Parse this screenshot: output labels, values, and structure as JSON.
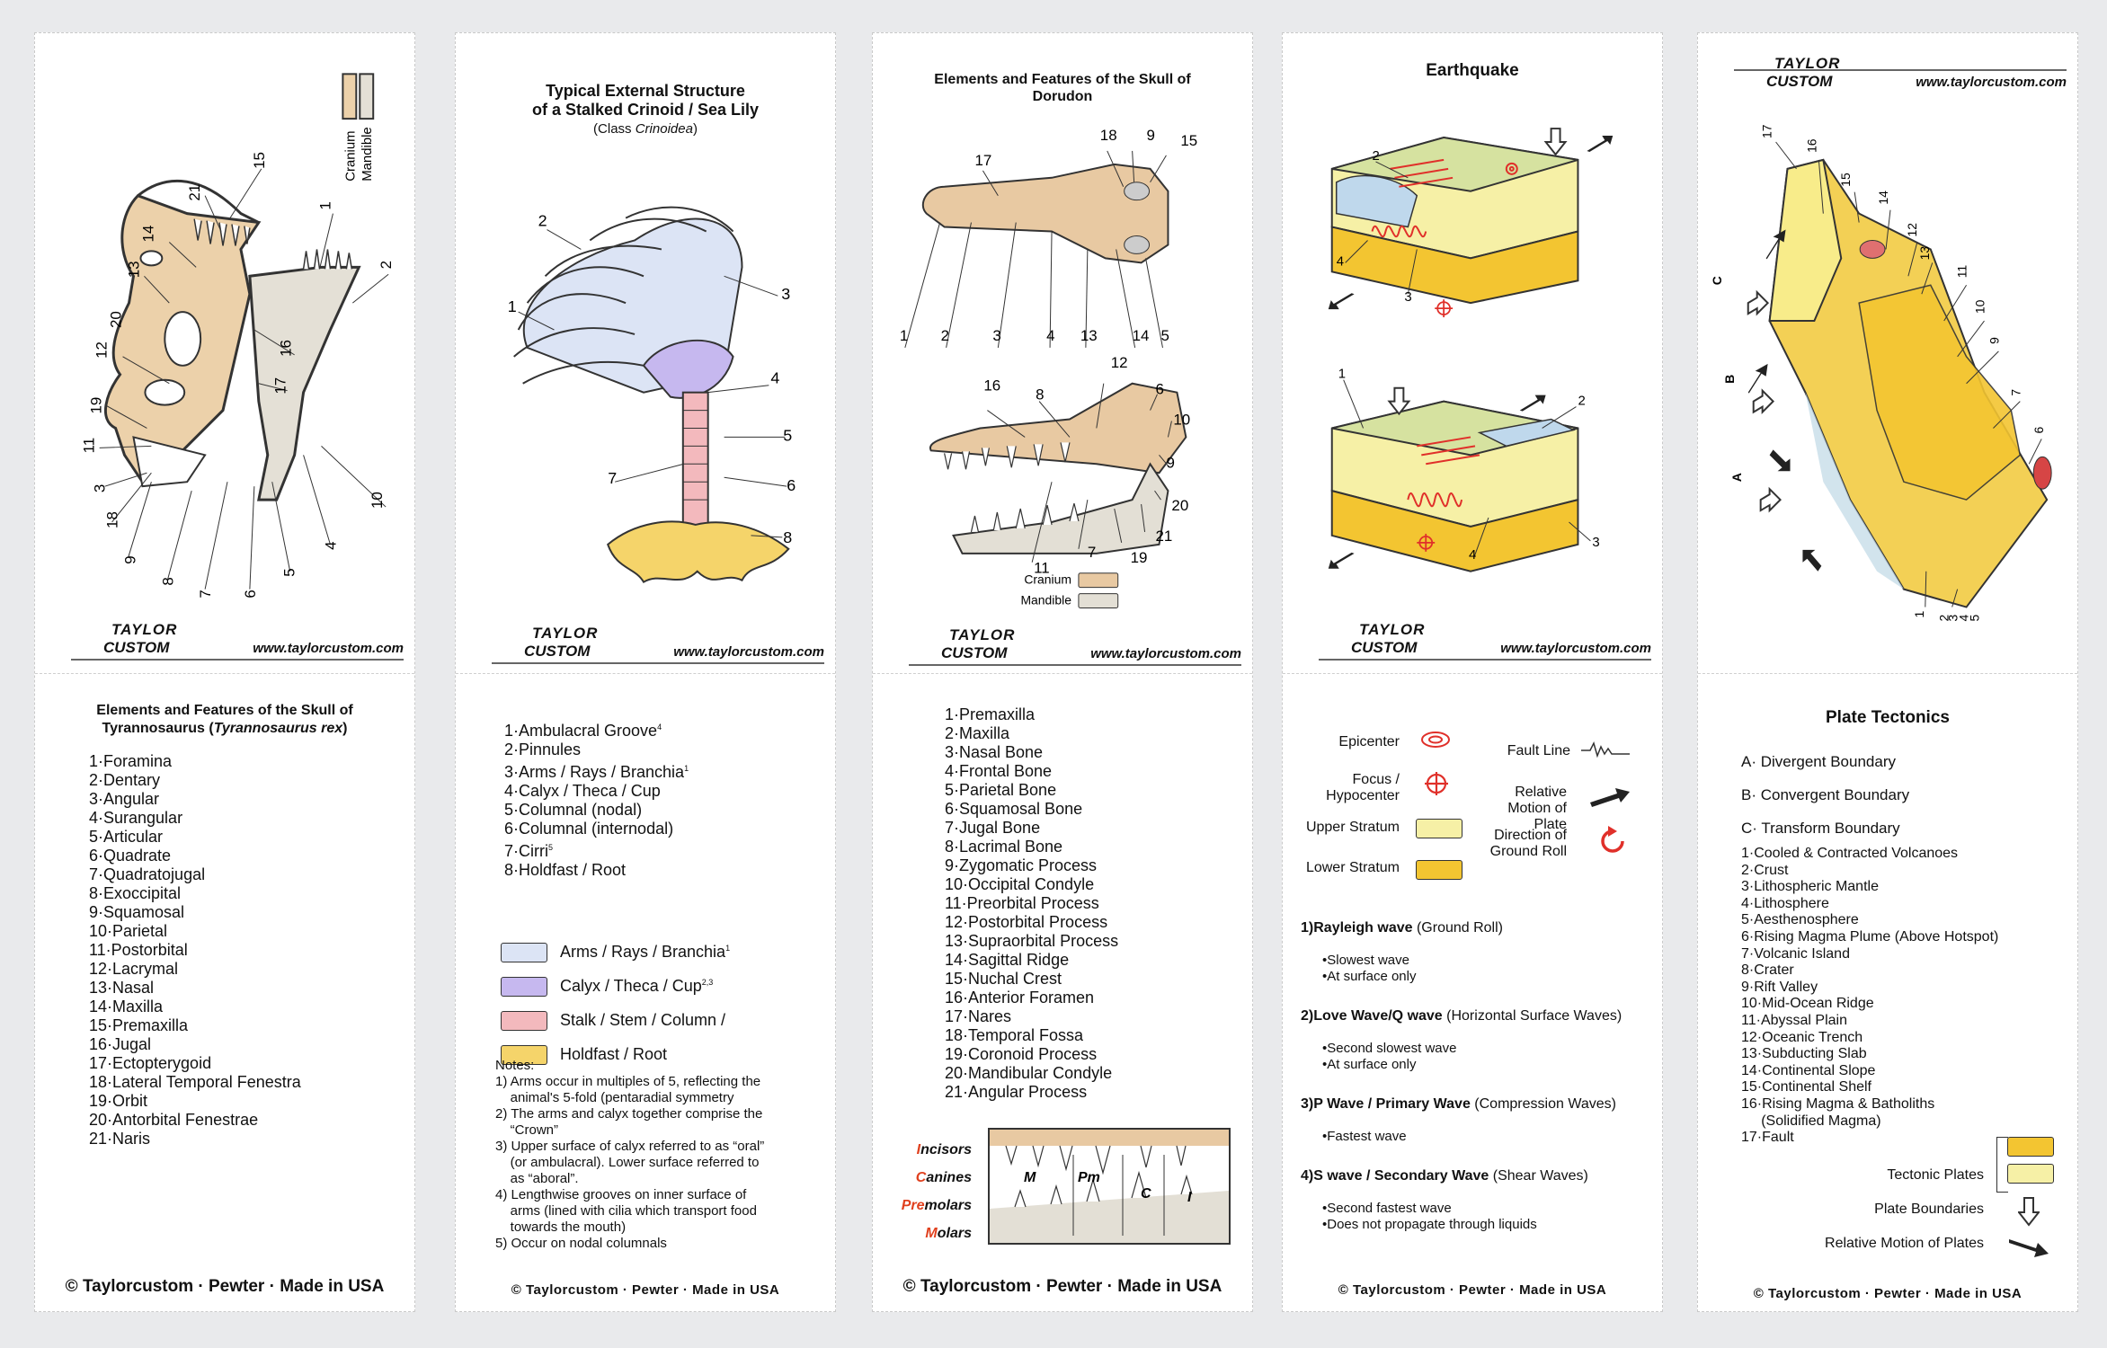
{
  "brand": {
    "line1": "TAYLOR",
    "line2": "CUSTOM",
    "url": "www.taylorcustom.com"
  },
  "footers": {
    "big": "© Taylorcustom · Pewter · Made in USA",
    "small": "© Taylorcustom · Pewter · Made in USA"
  },
  "trex": {
    "legend": [
      "Cranium",
      "Mandible"
    ],
    "title": "Elements and Features of the Skull of",
    "title2_prefix": "Tyrannosaurus (",
    "title2_italic": "Tyrannosaurus rex",
    "title2_suffix": ")",
    "items": [
      "1·Foramina",
      "2·Dentary",
      "3·Angular",
      "4·Surangular",
      "5·Articular",
      "6·Quadrate",
      "7·Quadratojugal",
      "8·Exoccipital",
      "9·Squamosal",
      "10·Parietal",
      "11·Postorbital",
      "12·Lacrymal",
      "13·Nasal",
      "14·Maxilla",
      "15·Premaxilla",
      "16·Jugal",
      "17·Ectopterygoid",
      "18·Lateral Temporal Fenestra",
      "19·Orbit",
      "20·Antorbital Fenestrae",
      "21·Naris"
    ],
    "labels": [
      "15",
      "21",
      "1",
      "14",
      "2",
      "13",
      "20",
      "16",
      "12",
      "17",
      "19",
      "11",
      "10",
      "3",
      "18",
      "9",
      "8",
      "7",
      "6",
      "5",
      "4"
    ]
  },
  "crinoid": {
    "title1": "Typical External Structure",
    "title2": "of a Stalked Crinoid / Sea Lily",
    "sub_prefix": "(Class ",
    "sub_italic": "Crinoidea",
    "sub_suffix": ")",
    "labels": [
      "2",
      "1",
      "3",
      "4",
      "5",
      "7",
      "6",
      "8"
    ],
    "items": [
      "1·Ambulacral Groove",
      "2·Pinnules",
      "3·Arms / Rays / Branchia",
      "4·Calyx / Theca / Cup",
      "5·Columnal (nodal)",
      "6·Columnal (internodal)",
      "7·Cirri",
      "8·Holdfast / Root"
    ],
    "sups": {
      "1": "4",
      "3": "1",
      "7": "5"
    },
    "legend": [
      {
        "label": "Arms / Rays / Branchia",
        "sup": "1",
        "color": "#dce4f5"
      },
      {
        "label": "Calyx / Theca / Cup",
        "sup": "2,3",
        "color": "#c6b8ef"
      },
      {
        "label": "Stalk / Stem / Column /",
        "sup": "",
        "color": "#f3b9bd"
      },
      {
        "label": "Holdfast / Root",
        "sup": "",
        "color": "#f5d46a"
      }
    ],
    "notes_title": "Notes:",
    "notes": [
      "1) Arms occur in multiples of 5, reflecting the",
      "    animal's 5-fold (pentaradial symmetry",
      "2) The arms and calyx together comprise the",
      "    “Crown”",
      "3) Upper surface of calyx referred to as “oral”",
      "    (or ambulacral). Lower surface referred to",
      "    as “aboral”.",
      "4) Lengthwise grooves on inner surface of",
      "    arms (lined with cilia which transport food",
      "    towards the mouth)",
      "5) Occur on nodal columnals"
    ]
  },
  "dorudon": {
    "title1": "Elements and Features of the Skull of",
    "title2": "Dorudon",
    "top_labels": [
      "18",
      "9",
      "15",
      "17",
      "1",
      "2",
      "3",
      "4",
      "13",
      "14",
      "5"
    ],
    "side_labels": [
      "12",
      "6",
      "16",
      "8",
      "10",
      "9",
      "20",
      "21",
      "19",
      "7",
      "11"
    ],
    "legend": [
      {
        "label": "Cranium",
        "color": "#e8c9a2"
      },
      {
        "label": "Mandible",
        "color": "#e3dfd5"
      }
    ],
    "items": [
      "1·Premaxilla",
      "2·Maxilla",
      "3·Nasal Bone",
      "4·Frontal Bone",
      "5·Parietal Bone",
      "6·Squamosal Bone",
      "7·Jugal Bone",
      "8·Lacrimal Bone",
      "9·Zygomatic Process",
      "10·Occipital Condyle",
      "11·Preorbital Process",
      "12·Postorbital Process",
      "13·Supraorbital Process",
      "14·Sagittal Ridge",
      "15·Nuchal Crest",
      "16·Anterior Foramen",
      "17·Nares",
      "18·Temporal Fossa",
      "19·Coronoid Process",
      "20·Mandibular Condyle",
      "21·Angular Process"
    ],
    "teeth": [
      {
        "first": "I",
        "rest": "ncisors"
      },
      {
        "first": "C",
        "rest": "anines"
      },
      {
        "first": "Pre",
        "rest": "molars"
      },
      {
        "first": "M",
        "rest": "olars"
      }
    ],
    "tooth_marks": [
      "M",
      "Pm",
      "C",
      "I"
    ],
    "accent": "#e0401e"
  },
  "earthquake": {
    "title": "Earthquake",
    "labels_top": [
      "2",
      "4",
      "3"
    ],
    "labels_bottom": [
      "1",
      "2",
      "4",
      "3"
    ],
    "key": {
      "epicenter": "Epicenter",
      "focus": "Focus / Hypocenter",
      "upper": "Upper Stratum",
      "lower": "Lower Stratum",
      "fault": "Fault Line",
      "motion": "Relative Motion of Plate",
      "roll": "Direction of Ground Roll"
    },
    "waves": [
      {
        "num": "1)",
        "name": "Rayleigh wave",
        "desc": " (Ground Roll)",
        "bullets": [
          "•Slowest wave",
          "•At surface only"
        ]
      },
      {
        "num": "2)",
        "name": "Love Wave/Q wave",
        "desc": " (Horizontal Surface Waves)",
        "bullets": [
          "•Second slowest wave",
          "•At surface only"
        ]
      },
      {
        "num": "3)",
        "name": "P Wave / Primary Wave",
        "desc": " (Compression Waves)",
        "bullets": [
          "•Fastest wave"
        ]
      },
      {
        "num": "4)",
        "name": "S wave / Secondary Wave",
        "desc": " (Shear Waves)",
        "bullets": [
          "•Second fastest wave",
          "•Does not propagate through liquids"
        ]
      }
    ],
    "colors": {
      "upper": "#f6f0a6",
      "lower": "#f3c531",
      "quake": "#e0302a"
    }
  },
  "plates": {
    "title": "Plate Tectonics",
    "boundaries": [
      "A· Divergent Boundary",
      "B· Convergent Boundary",
      "C· Transform Boundary"
    ],
    "items": [
      "1·Cooled & Contracted Volcanoes",
      "2·Crust",
      "3·Lithospheric Mantle",
      "4·Lithosphere",
      "5·Aesthenosphere",
      "6·Rising Magma Plume (Above Hotspot)",
      "7·Volcanic Island",
      "8·Crater",
      "9·Rift Valley",
      "10·Mid-Ocean Ridge",
      "11·Abyssal Plain",
      "12·Oceanic Trench",
      "13·Subducting Slab",
      "14·Continental Slope",
      "15·Continental Shelf",
      "16·Rising Magma & Batholiths",
      "     (Solidified Magma)",
      "17·Fault"
    ],
    "labels": [
      "17",
      "16",
      "15",
      "14",
      "12",
      "13",
      "11",
      "10",
      "9",
      "7",
      "6",
      "1",
      "2",
      "3",
      "4",
      "5",
      "C",
      "B",
      "A"
    ],
    "key": {
      "plates": "Tectonic Plates",
      "boundaries": "Plate Boundaries",
      "motion": "Relative Motion of Plates"
    },
    "colors": {
      "top": "#f3c531",
      "bottom": "#f6f0a6"
    }
  }
}
